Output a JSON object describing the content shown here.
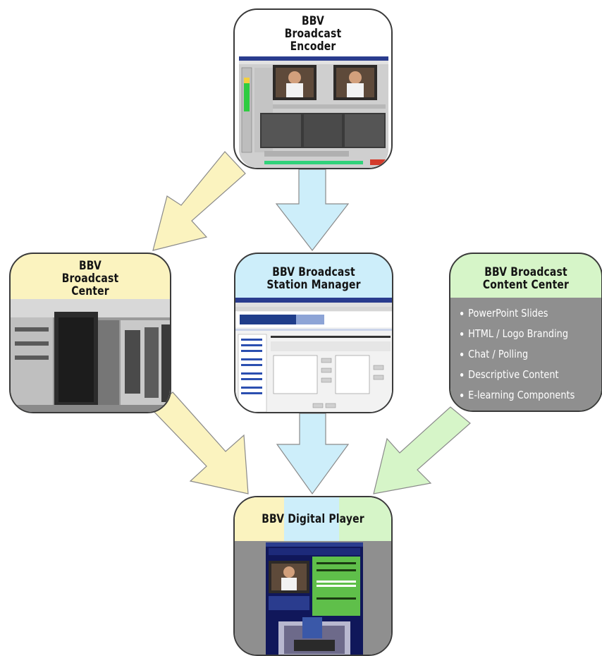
{
  "nodes": {
    "encoder": {
      "title": [
        "BBV",
        "Broadcast",
        "Encoder"
      ]
    },
    "center": {
      "title": [
        "BBV",
        "Broadcast",
        "Center"
      ]
    },
    "station": {
      "title": [
        "BBV Broadcast",
        "Station Manager"
      ]
    },
    "content": {
      "title": [
        "BBV Broadcast",
        "Content Center"
      ],
      "items": [
        "PowerPoint Slides",
        "HTML / Logo Branding",
        "Chat / Polling",
        "Descriptive Content",
        "E-learning Components"
      ]
    },
    "player": {
      "title": "BBV Digital Player"
    }
  },
  "colors": {
    "arrow_yellow": "#fbf3bf",
    "arrow_blue": "#cdeefa",
    "arrow_green": "#d6f5c8",
    "arrow_stroke": "#8a8a8a",
    "node_border": "#3a3a3a",
    "panel_gray": "#8f8f8f"
  }
}
